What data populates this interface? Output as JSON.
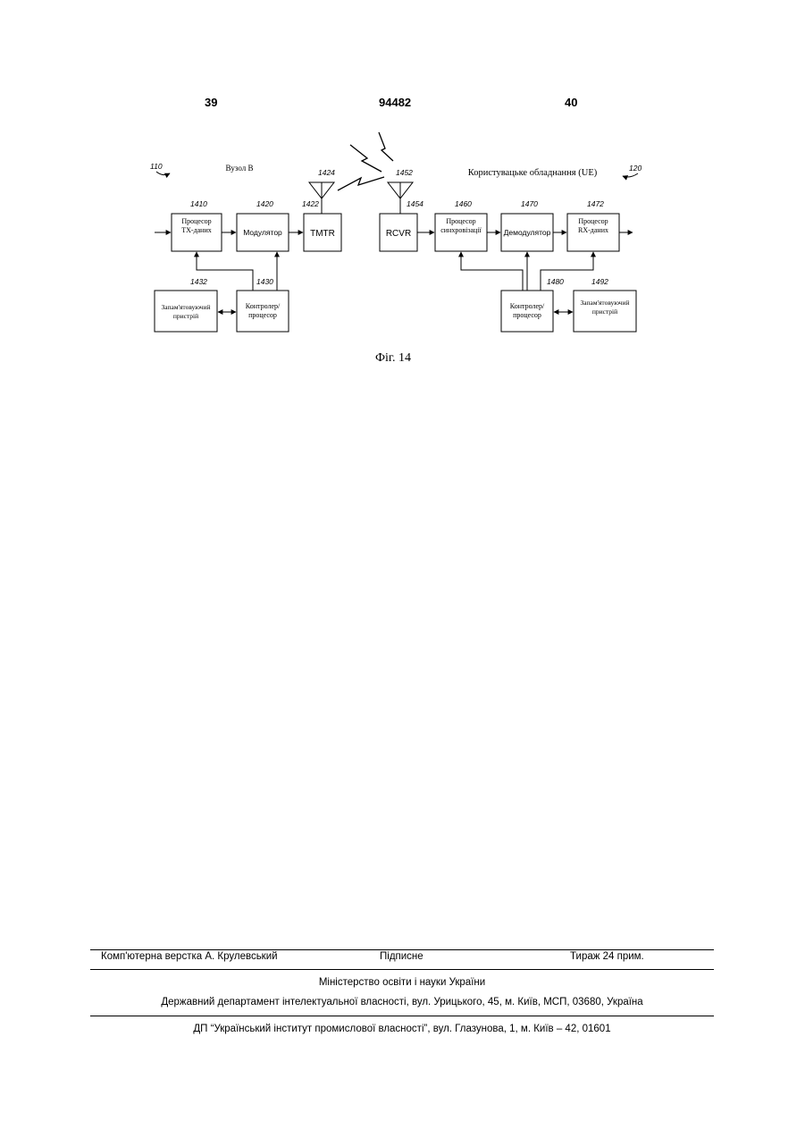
{
  "header": {
    "page_left": "39",
    "patent_number": "94482",
    "page_right": "40"
  },
  "figure": {
    "caption": "Фіг. 14",
    "node_b": {
      "ref": "110",
      "title": "Вузол В"
    },
    "ue": {
      "ref": "120",
      "title": "Користувацьке обладнання (UE)"
    },
    "blocks": {
      "tx_processor": {
        "ref": "1410",
        "line1": "Процесор",
        "line2": "TX-даних"
      },
      "modulator": {
        "ref": "1420",
        "label": "Модулятор"
      },
      "tmtr": {
        "ref": "1422",
        "label": "TMTR"
      },
      "antenna_tx": {
        "ref": "1424"
      },
      "antenna_rx": {
        "ref": "1452"
      },
      "rcvr": {
        "ref": "1454",
        "label": "RCVR"
      },
      "sync_processor": {
        "ref": "1460",
        "line1": "Процесор",
        "line2": "синхровізації"
      },
      "demodulator": {
        "ref": "1470",
        "label": "Демодулятор"
      },
      "rx_processor": {
        "ref": "1472",
        "line1": "Процесор",
        "line2": "RX-даних"
      },
      "memory_b": {
        "ref": "1432",
        "line1": "Запам'ятовуючий",
        "line2": "пристрій"
      },
      "controller_b": {
        "ref": "1430",
        "line1": "Контролер/",
        "line2": "процесор"
      },
      "controller_ue": {
        "ref": "1480",
        "line1": "Контролер/",
        "line2": "процесор"
      },
      "memory_ue": {
        "ref": "1492",
        "line1": "Запам'ятовуючий",
        "line2": "пристрій"
      }
    }
  },
  "footer": {
    "typesetting": "Комп'ютерна верстка А. Крулевський",
    "signed": "Підписне",
    "circulation": "Тираж 24 прим.",
    "ministry": "Міністерство освіти і науки України",
    "department": "Державний департамент інтелектуальної власності, вул. Урицького, 45, м. Київ, МСП, 03680, Україна",
    "institute": "ДП “Український інститут промислової власності”, вул. Глазунова, 1, м. Київ – 42, 01601"
  }
}
